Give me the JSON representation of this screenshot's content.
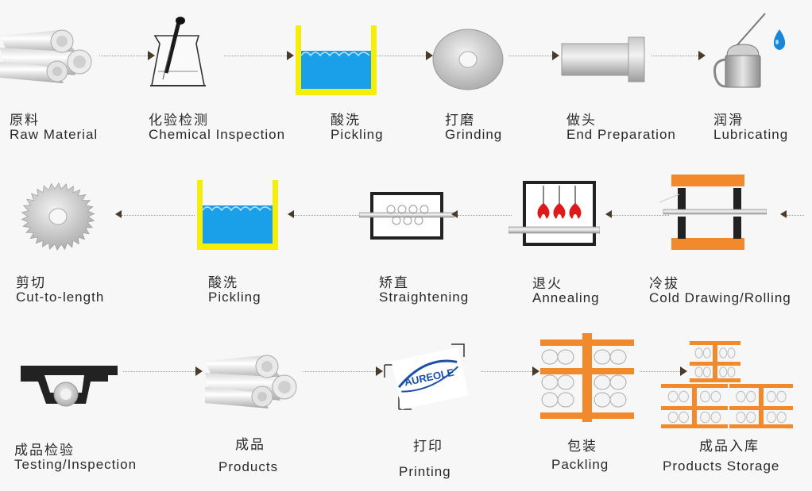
{
  "row1": [
    {
      "cn": "原料",
      "en": "Raw Material",
      "icon": "pipes-icon"
    },
    {
      "cn": "化验检测",
      "en": "Chemical Inspection",
      "icon": "beaker-icon"
    },
    {
      "cn": "酸洗",
      "en": "Pickling",
      "icon": "acid-tank-icon"
    },
    {
      "cn": "打磨",
      "en": "Grinding",
      "icon": "grinding-disc-icon"
    },
    {
      "cn": "做头",
      "en": "End Preparation",
      "icon": "tube-end-icon"
    },
    {
      "cn": "润滑",
      "en": "Lubricating",
      "icon": "oil-can-icon"
    }
  ],
  "row2": [
    {
      "cn": "剪切",
      "en": "Cut-to-length",
      "icon": "saw-blade-icon"
    },
    {
      "cn": "酸洗",
      "en": "Pickling",
      "icon": "acid-tank-icon"
    },
    {
      "cn": "矫直",
      "en": "Straightening",
      "icon": "straightener-icon"
    },
    {
      "cn": "退火",
      "en": "Annealing",
      "icon": "furnace-icon"
    },
    {
      "cn": "冷拔",
      "en": "Cold Drawing/Rolling",
      "icon": "drawing-die-icon"
    }
  ],
  "row3": [
    {
      "cn": "成品检验",
      "en": "Testing/Inspection",
      "icon": "inspection-gauge-icon"
    },
    {
      "cn": "成品",
      "en": "Products",
      "icon": "pipes-icon"
    },
    {
      "cn": "打印",
      "en": "Printing",
      "icon": "printing-icon",
      "brand": "AUREOLE"
    },
    {
      "cn": "包装",
      "en": "Packling",
      "icon": "package-rack-icon"
    },
    {
      "cn": "成品入库",
      "en": "Products Storage",
      "icon": "storage-rack-icon"
    }
  ],
  "colors": {
    "acid_blue": "#1aa0e8",
    "tank_yellow": "#f5ee0a",
    "orange": "#f08a2c",
    "flame_red": "#e01a1a",
    "arrow": "#4a3a28"
  }
}
